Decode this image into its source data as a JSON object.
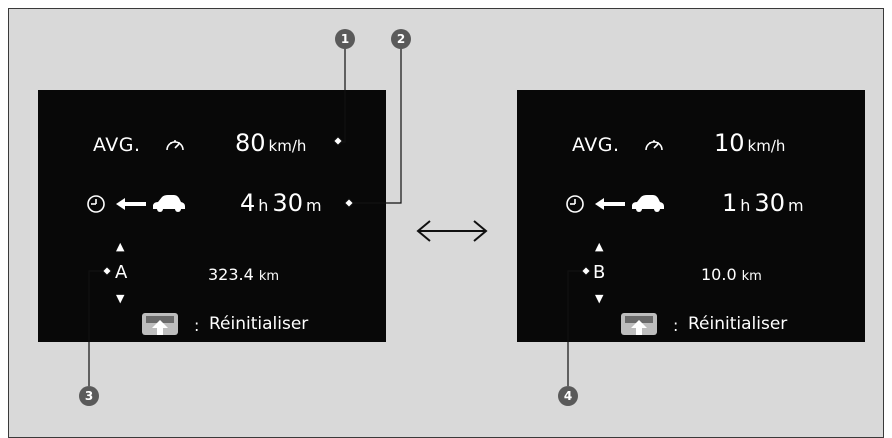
{
  "callouts": [
    "1",
    "2",
    "3",
    "4"
  ],
  "icons": {
    "speedometer": "speedometer-icon",
    "clock": "clock-icon",
    "arrow": "left-arrow-icon",
    "car": "car-icon",
    "reset_button": "reset-button-icon",
    "swap": "double-arrow-icon"
  },
  "screens": [
    {
      "avg_label": "AVG.",
      "speed_value": "80",
      "speed_unit": "km/h",
      "time_hours": "4",
      "time_hours_unit": "h",
      "time_minutes": "30",
      "time_minutes_unit": "m",
      "trip": "A",
      "distance_value": "323.4",
      "distance_unit": "km",
      "reset_colon": ":",
      "reset_label": "Réinitialiser"
    },
    {
      "avg_label": "AVG.",
      "speed_value": "10",
      "speed_unit": "km/h",
      "time_hours": "1",
      "time_hours_unit": "h",
      "time_minutes": "30",
      "time_minutes_unit": "m",
      "trip": "B",
      "distance_value": "10.0",
      "distance_unit": "km",
      "reset_colon": ":",
      "reset_label": "Réinitialiser"
    }
  ]
}
